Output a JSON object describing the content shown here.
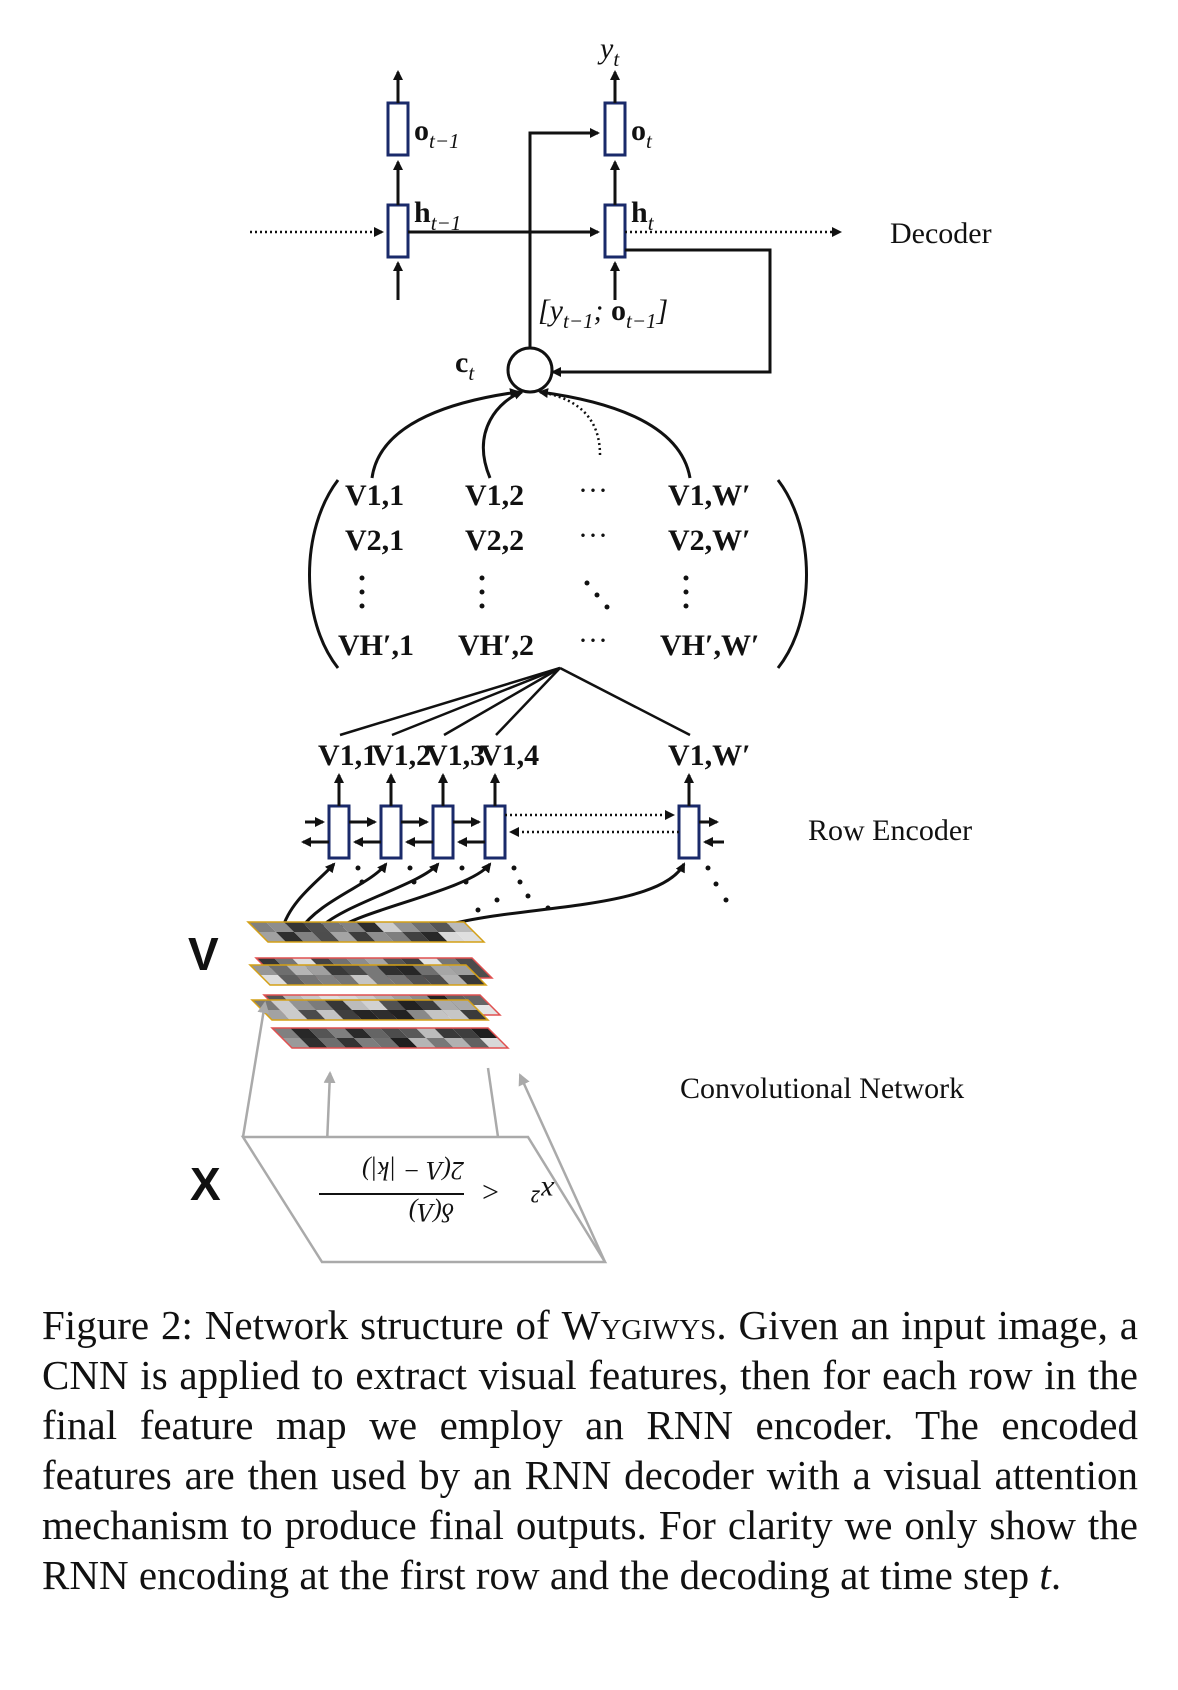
{
  "labels": {
    "decoder": "Decoder",
    "row_encoder": "Row Encoder",
    "conv_network": "Convolutional Network",
    "V": "V",
    "X": "X"
  },
  "math": {
    "y_t": "yt",
    "o_prev": "ot−1",
    "o_t": "ot",
    "h_prev": "ht−1",
    "h_t": "ht",
    "concat": "[yt−1; ot−1]",
    "c_t": "ct",
    "matrix": {
      "r1": [
        "V1,1",
        "V1,2",
        "···",
        "V1,W′"
      ],
      "r2": [
        "V2,1",
        "V2,2",
        "···",
        "V2,W′"
      ],
      "r4": [
        "VH′,1",
        "VH′,2",
        "···",
        "VH′,W′"
      ]
    },
    "row_outputs": [
      "V1,1",
      "V1,2",
      "V1,3",
      "V1,4",
      "V1,W′"
    ],
    "input_formula": "x² < δ(Λ) / 2(Λ − |k|)"
  },
  "caption": {
    "part1": "Figure 2: Network structure of ",
    "name": "Wygiwys",
    "part2": ". Given an input image, a CNN is applied to extract visual features, then for each row in the final feature map we employ an RNN encoder. The encoded features are then used by an RNN decoder with a visual attention mechanism to produce final outputs. For clarity we only show the RNN encoding at the first row and the decoding at time step ",
    "t": "t",
    "end": "."
  }
}
